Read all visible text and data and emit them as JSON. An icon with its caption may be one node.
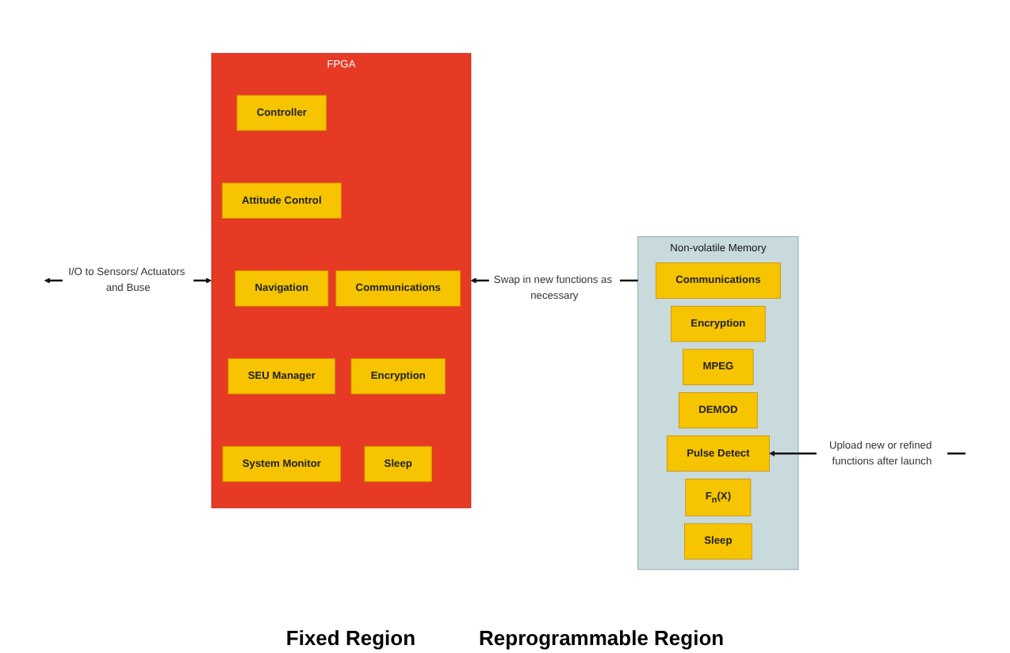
{
  "diagram": {
    "nodes": [
      {
        "text": [
          "FPGA"
        ]
      },
      {
        "text": [
          "Controller"
        ],
        "in": 0
      },
      {
        "text": [
          "Attitude Control"
        ],
        "in": 0
      },
      {
        "text": [
          "Navigation"
        ],
        "in": 0
      },
      {
        "text": [
          "SEU Manager"
        ],
        "in": 0
      },
      {
        "text": [
          "System Monitor"
        ],
        "in": 0
      },
      {
        "text": [
          "Communications"
        ],
        "in": 0
      },
      {
        "text": [
          "Encryption"
        ],
        "in": 0
      },
      {
        "text": [
          "Sleep"
        ],
        "in": 0
      },
      {
        "text": [
          "Non-volatile Memory"
        ]
      },
      {
        "text": [
          "Communications"
        ],
        "in": 9
      },
      {
        "text": [
          "Encryption"
        ],
        "in": 9
      },
      {
        "text": [
          "MPEG"
        ],
        "in": 9
      },
      {
        "text": [
          "DEMOD"
        ],
        "in": 9
      },
      {
        "text": [
          "Pulse Detect"
        ],
        "in": 9
      },
      {
        "text": [
          "F$_{n}$(X)"
        ],
        "in": 9
      },
      {
        "text": [
          "Sleep"
        ],
        "in": 9
      }
    ],
    "edges": [
      {
        "from": null,
        "to": 0,
        "arrow": "both",
        "label": "I/O to Sensors/ Actuators and Buse"
      },
      {
        "from": 9,
        "to": 0,
        "arrow": "to",
        "label": "Swap in new functions as necessary"
      },
      {
        "from": null,
        "to": 14,
        "arrow": "to",
        "label": "Upload new or refined functions after launch"
      }
    ],
    "labels": [
      "Fixed Region",
      "Reprogrammable Region"
    ]
  }
}
